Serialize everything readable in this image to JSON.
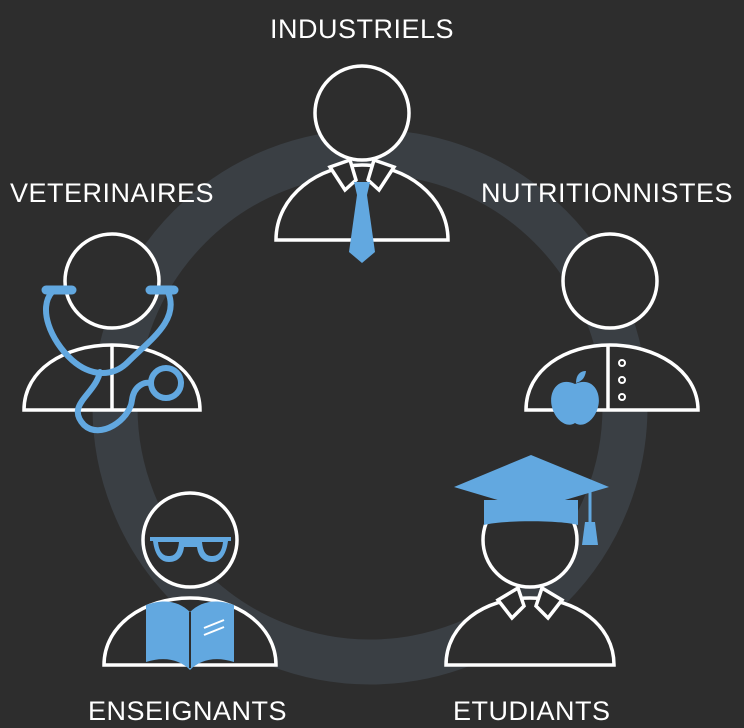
{
  "diagram": {
    "ring_color": "#3a3f44",
    "accent_color": "#62a8e0",
    "roles": [
      {
        "id": "industriels",
        "label": "INDUSTRIELS",
        "icon": "businessman-tie-icon"
      },
      {
        "id": "nutritionnistes",
        "label": "NUTRITIONNISTES",
        "icon": "nutritionist-apple-icon"
      },
      {
        "id": "etudiants",
        "label": "ETUDIANTS",
        "icon": "student-graduation-cap-icon"
      },
      {
        "id": "enseignants",
        "label": "ENSEIGNANTS",
        "icon": "teacher-glasses-book-icon"
      },
      {
        "id": "veterinaires",
        "label": "VETERINAIRES",
        "icon": "vet-stethoscope-icon"
      }
    ]
  }
}
